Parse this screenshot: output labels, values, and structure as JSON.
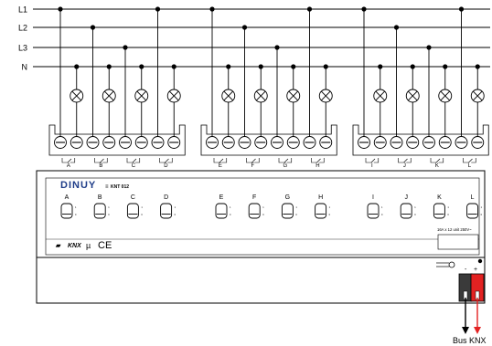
{
  "lines": [
    {
      "id": "L1",
      "label": "L1"
    },
    {
      "id": "L2",
      "label": "L2"
    },
    {
      "id": "L3",
      "label": "L3"
    },
    {
      "id": "N",
      "label": "N"
    }
  ],
  "groups": [
    {
      "channels": [
        {
          "letter": "A",
          "phase": "L1"
        },
        {
          "letter": "B",
          "phase": "L2"
        },
        {
          "letter": "C",
          "phase": "L3"
        },
        {
          "letter": "D",
          "phase": "L1"
        }
      ]
    },
    {
      "channels": [
        {
          "letter": "E",
          "phase": "L1"
        },
        {
          "letter": "F",
          "phase": "L2"
        },
        {
          "letter": "G",
          "phase": "L3"
        },
        {
          "letter": "H",
          "phase": "L1"
        }
      ]
    },
    {
      "channels": [
        {
          "letter": "I",
          "phase": "L1"
        },
        {
          "letter": "J",
          "phase": "L2"
        },
        {
          "letter": "K",
          "phase": "L3"
        },
        {
          "letter": "L",
          "phase": "L1"
        }
      ]
    }
  ],
  "device": {
    "brand": "DINUY",
    "model_prefix": "≡",
    "model": "KNT 012",
    "rating": "16A  x 12 unit 250V~",
    "knx_mark": "KNX",
    "knx_prefix": "▰",
    "mu_mark": "µ",
    "ce_mark": "CE",
    "status_labels": [
      "0",
      "1"
    ]
  },
  "bus": {
    "label": "Bus KNX",
    "minus": "-",
    "plus": "+",
    "colors": {
      "negative": "#3a3a3a",
      "positive": "#e32222"
    }
  }
}
